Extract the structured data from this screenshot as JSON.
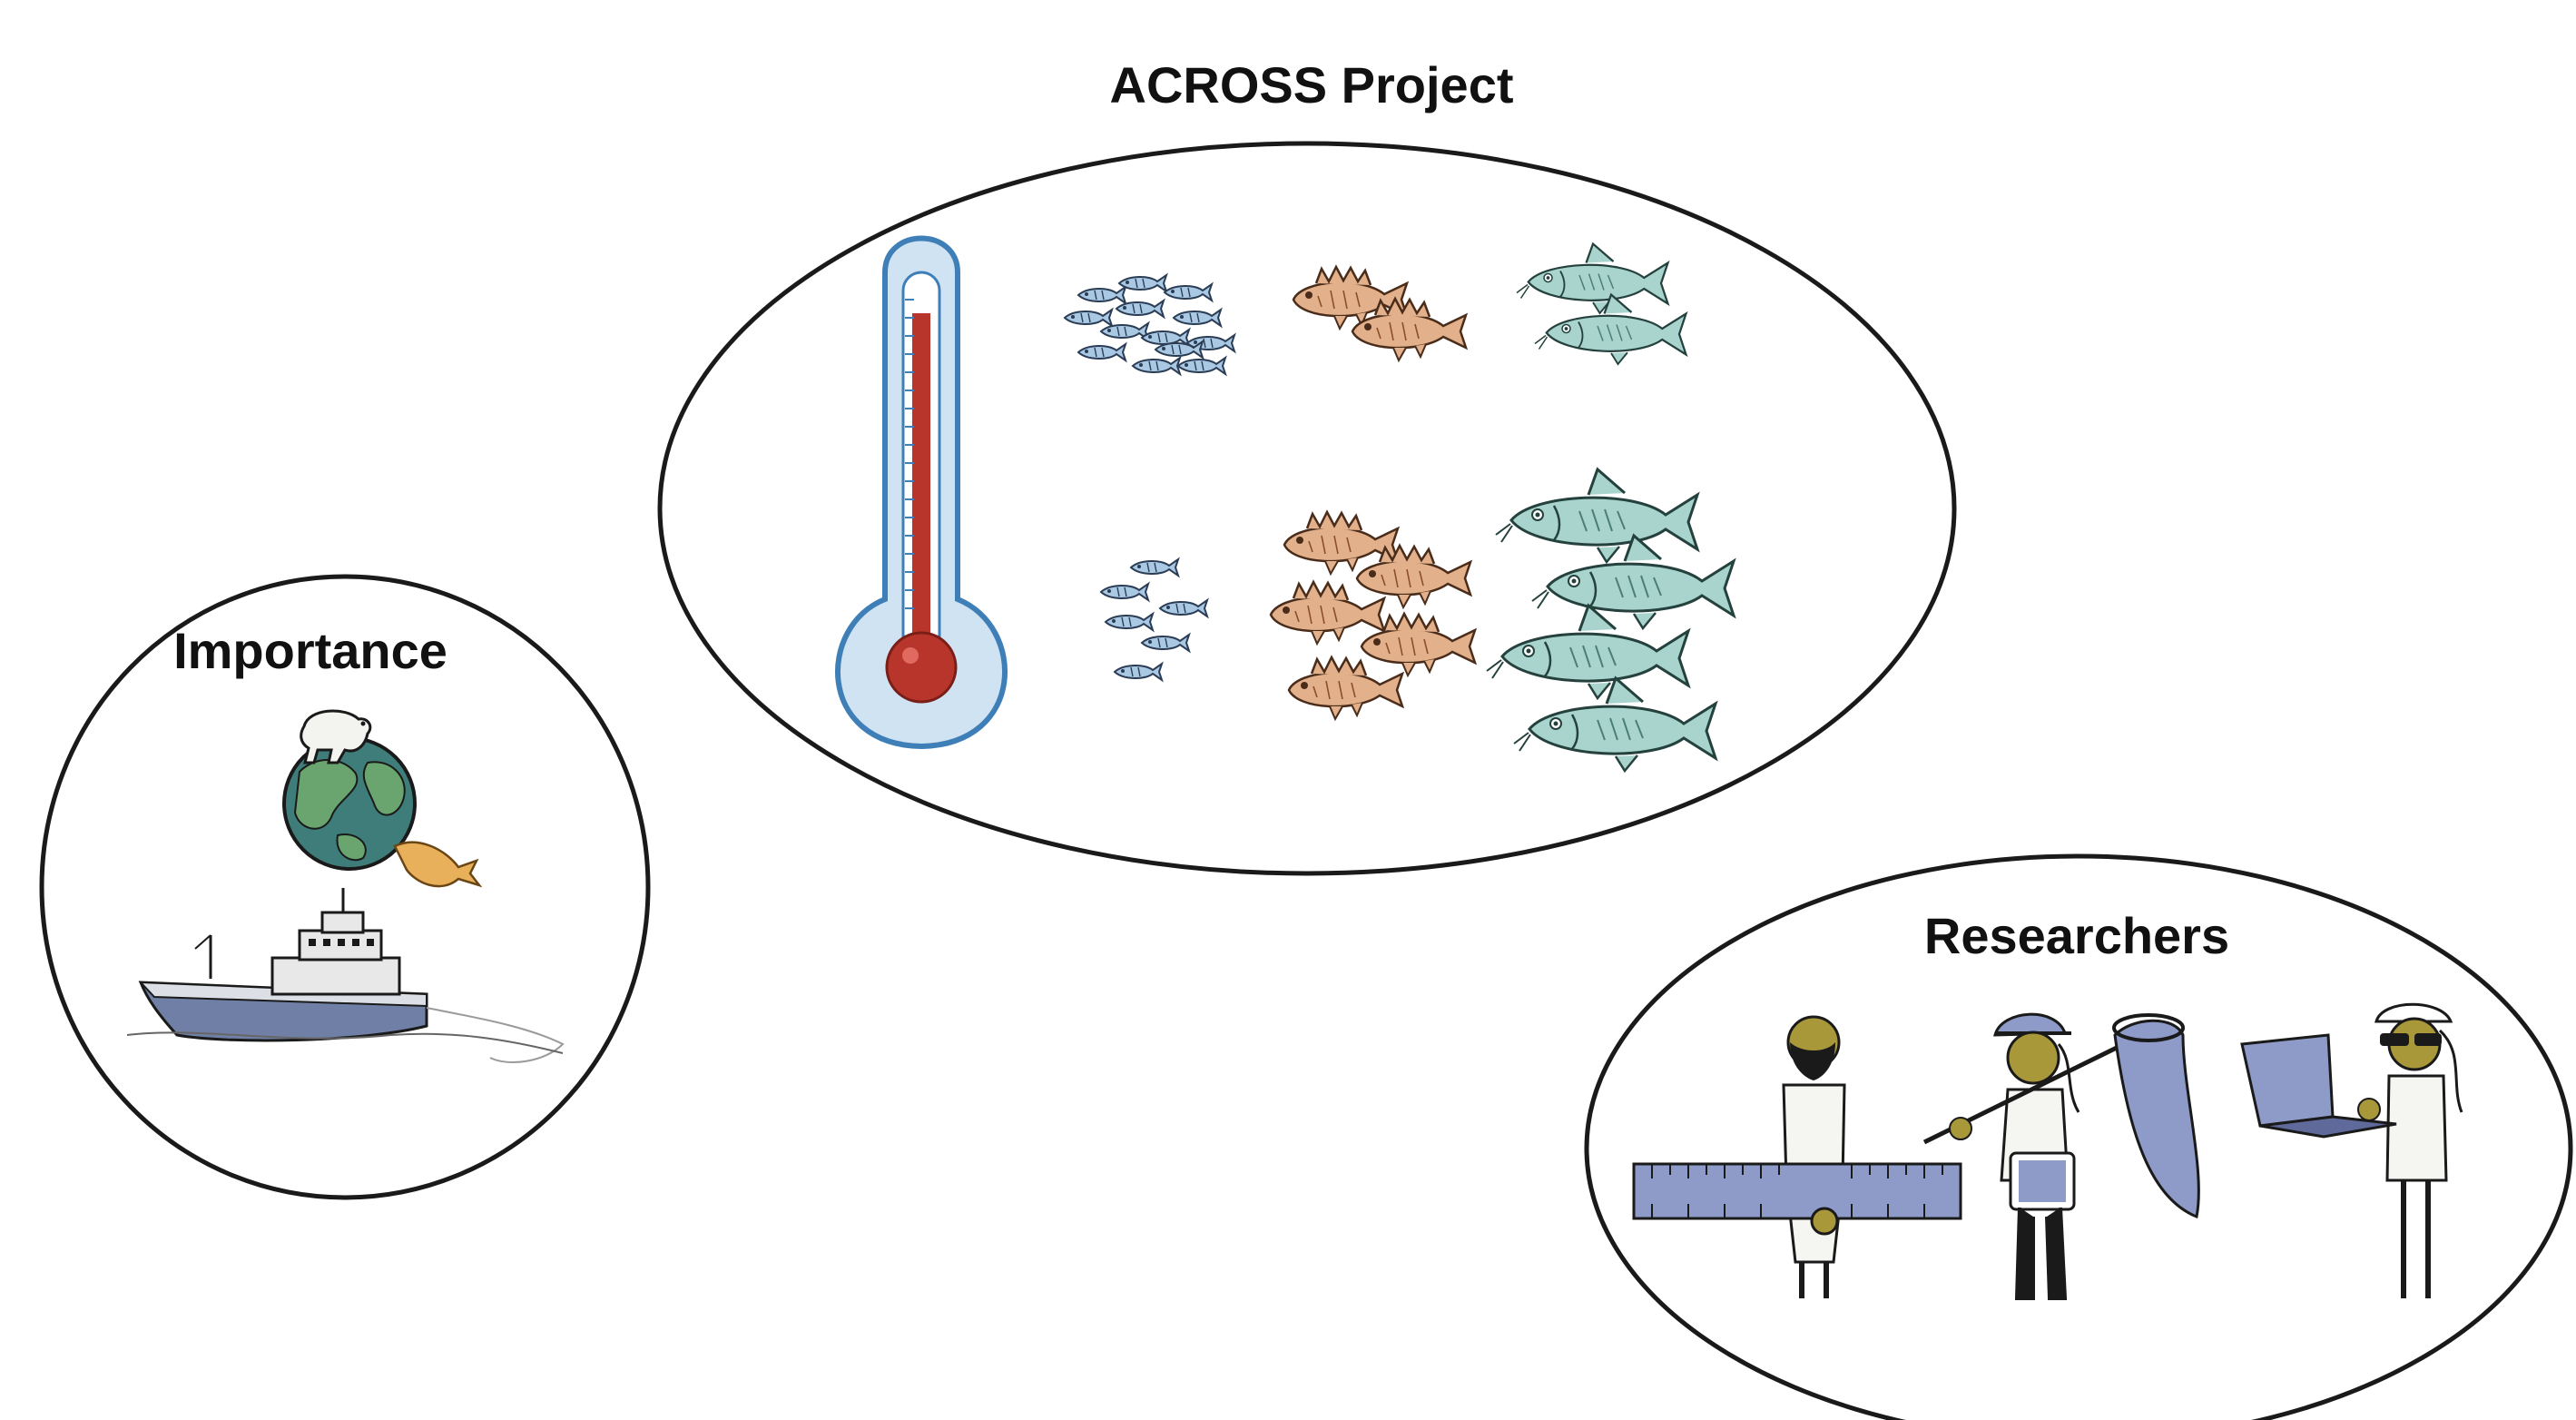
{
  "titles": {
    "project": "ACROSS Project",
    "importance": "Importance",
    "researchers": "Researchers"
  },
  "colors": {
    "outline": "#1a1a1a",
    "thermo_glass": "#cfe3f3",
    "thermo_edge": "#3f7fb8",
    "mercury": "#b8352b",
    "small_fish": "#a9c8e3",
    "rockfish": "#e2b08a",
    "large_fish": "#a9d4ce",
    "globe_land": "#6aa56f",
    "globe_sea": "#3f7d7a",
    "ship_hull": "#6f7fa5",
    "skin": "#a9983a"
  },
  "icons": [
    "thermometer-icon",
    "small-fish-school-icon",
    "rockfish-icon",
    "large-fish-icon",
    "globe-icon",
    "polar-bear-icon",
    "fishing-vessel-icon",
    "researcher-ruler-icon",
    "researcher-net-icon",
    "researcher-laptop-icon"
  ]
}
